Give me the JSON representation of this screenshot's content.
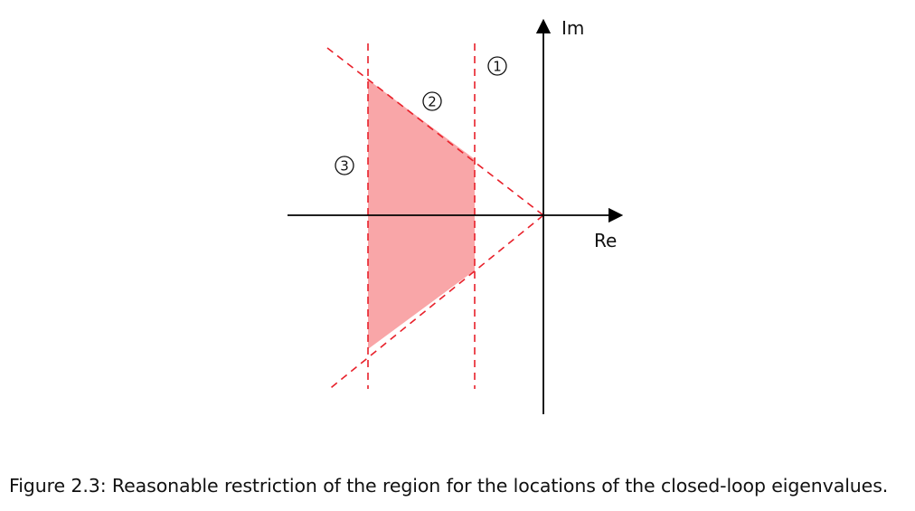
{
  "diagram": {
    "axes": {
      "imaginary_label": "Im",
      "real_label": "Re"
    },
    "constraints": [
      {
        "id": "1",
        "marker": "1"
      },
      {
        "id": "2",
        "marker": "2"
      },
      {
        "id": "3",
        "marker": "3"
      }
    ],
    "colors": {
      "region_fill": "#f9a6a8",
      "constraint_line": "#e8202a",
      "axis": "#000000"
    }
  },
  "caption": {
    "text": "Figure 2.3: Reasonable restriction of the region for the locations of the closed-loop eigenvalues."
  }
}
